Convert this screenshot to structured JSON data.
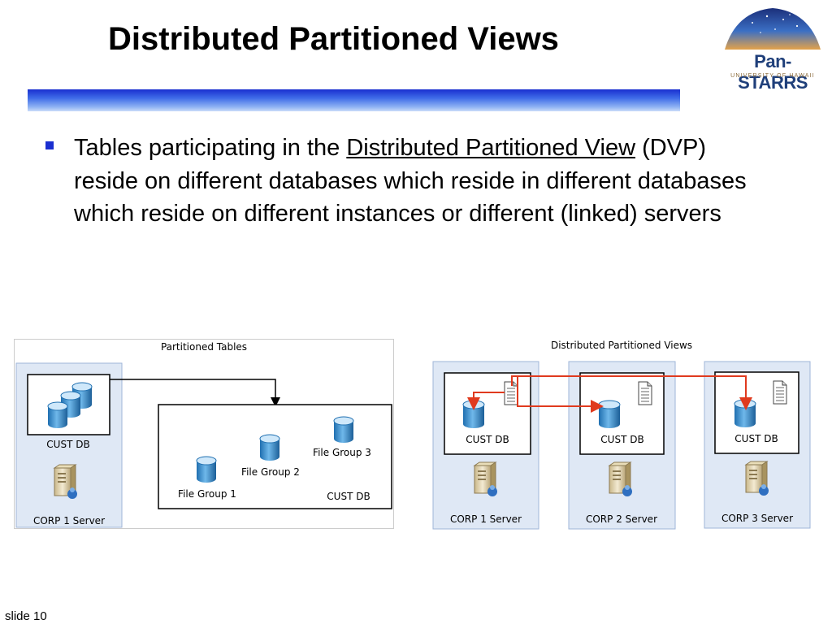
{
  "slide": {
    "title": "Distributed Partitioned Views",
    "slide_number": "slide 10"
  },
  "logo": {
    "name": "Pan-STARRS",
    "subtitle": "UNIVERSITY OF HAWAII"
  },
  "bullet": {
    "text_before": "Tables participating in the ",
    "link_text": "Distributed Partitioned View",
    "text_after": " (DVP) reside on different databases which reside in different databases which reside on different instances or different (linked) servers"
  },
  "left_diagram": {
    "title": "Partitioned Tables",
    "source_db_label": "CUST DB",
    "server_label": "CORP 1 Server",
    "target_db_label": "CUST DB",
    "file_groups": [
      "File Group 1",
      "File Group 2",
      "File Group 3"
    ]
  },
  "right_diagram": {
    "title": "Distributed Partitioned Views",
    "servers": [
      {
        "db_label": "CUST DB",
        "server_label": "CORP 1 Server"
      },
      {
        "db_label": "CUST DB",
        "server_label": "CORP 2 Server"
      },
      {
        "db_label": "CUST DB",
        "server_label": "CORP 3 Server"
      }
    ]
  },
  "colors": {
    "accent_blue": "#1a2fd0",
    "arrow_red": "#e03a1e",
    "panel_blue": "#dfe8f5",
    "db_blue": "#2f86c6"
  }
}
